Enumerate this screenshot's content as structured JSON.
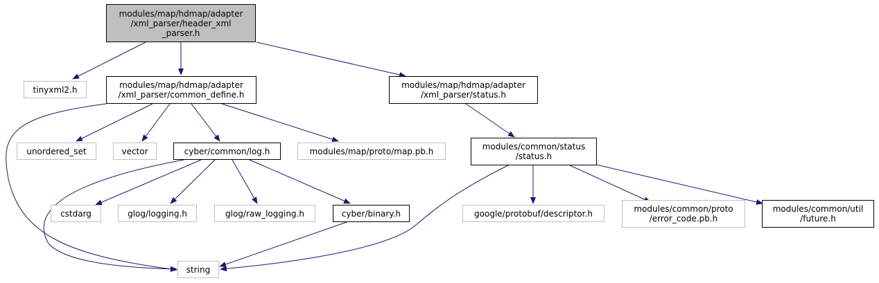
{
  "colors": {
    "edge": "#191970",
    "external_border": "#bfbfbf",
    "root_fill": "#bfbfbf"
  },
  "nodes": {
    "header_xml_parser": {
      "lines": [
        "modules/map/hdmap/adapter",
        "/xml_parser/header_xml",
        "_parser.h"
      ]
    },
    "tinyxml2": {
      "lines": [
        "tinyxml2.h"
      ]
    },
    "common_define": {
      "lines": [
        "modules/map/hdmap/adapter",
        "/xml_parser/common_define.h"
      ]
    },
    "status_h": {
      "lines": [
        "modules/map/hdmap/adapter",
        "/xml_parser/status.h"
      ]
    },
    "unordered_set": {
      "lines": [
        "unordered_set"
      ]
    },
    "vector": {
      "lines": [
        "vector"
      ]
    },
    "log_h": {
      "lines": [
        "cyber/common/log.h"
      ]
    },
    "map_pb": {
      "lines": [
        "modules/map/proto/map.pb.h"
      ]
    },
    "common_status": {
      "lines": [
        "modules/common/status",
        "/status.h"
      ]
    },
    "cstdarg": {
      "lines": [
        "cstdarg"
      ]
    },
    "glog_logging": {
      "lines": [
        "glog/logging.h"
      ]
    },
    "glog_raw": {
      "lines": [
        "glog/raw_logging.h"
      ]
    },
    "cyber_binary": {
      "lines": [
        "cyber/binary.h"
      ]
    },
    "protobuf_desc": {
      "lines": [
        "google/protobuf/descriptor.h"
      ]
    },
    "error_code": {
      "lines": [
        "modules/common/proto",
        "/error_code.pb.h"
      ]
    },
    "future_h": {
      "lines": [
        "modules/common/util",
        "/future.h"
      ]
    },
    "string": {
      "lines": [
        "string"
      ]
    }
  }
}
